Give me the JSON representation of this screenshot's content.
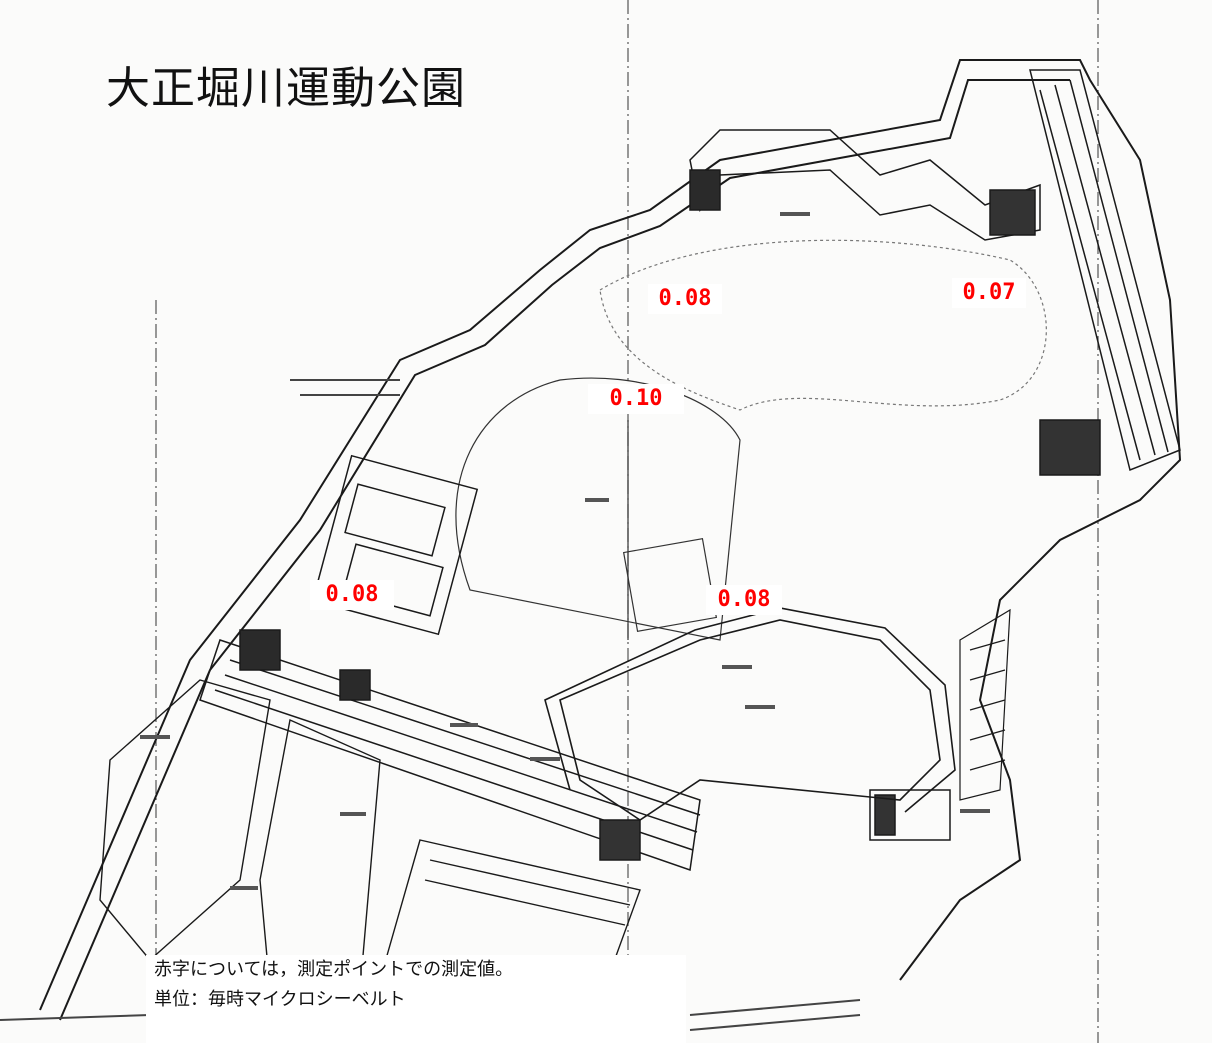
{
  "title": "大正堀川運動公園",
  "readings": [
    {
      "id": "north-lawn",
      "value": "0.08"
    },
    {
      "id": "northeast",
      "value": "0.07"
    },
    {
      "id": "center-field",
      "value": "0.10"
    },
    {
      "id": "west-court",
      "value": "0.08"
    },
    {
      "id": "south-field",
      "value": "0.08"
    }
  ],
  "legend": {
    "line1": "赤字については，測定ポイントでの測定値。",
    "line2": "単位：毎時マイクロシーベルト"
  },
  "colors": {
    "reading_text": "#ff0000",
    "line_work": "#1a1a1a",
    "paper": "#fbfbfa"
  }
}
